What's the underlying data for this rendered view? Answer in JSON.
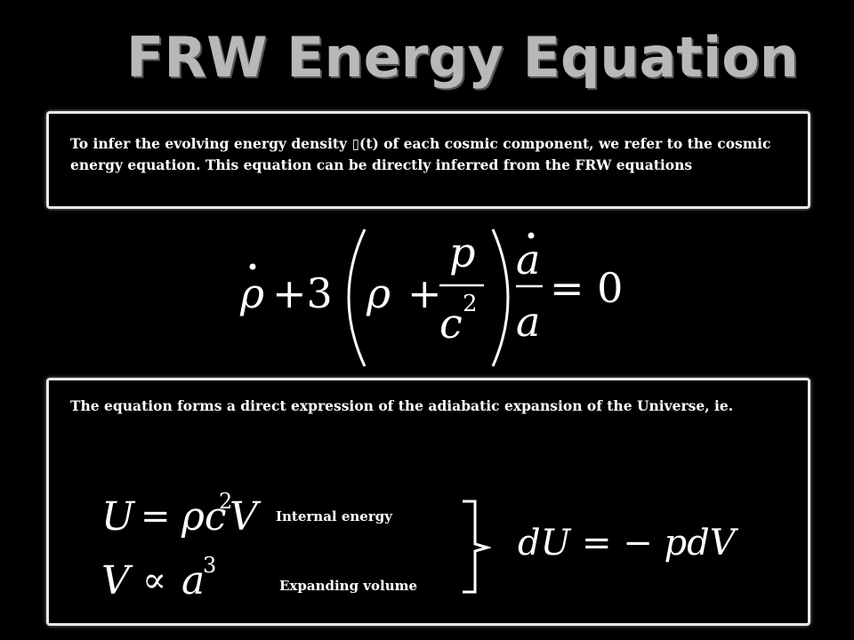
{
  "title": "FRW  Energy Equation",
  "intro_text": "To  infer  the evolving energy density ▯(t) of each cosmic component, we refer to the cosmic energy equation. This equation can be directly inferred  from the FRW equations",
  "equation_main": {
    "rho": "ρ",
    "plus3": "+3",
    "plus": "+",
    "p": "p",
    "c": "c",
    "two": "2",
    "adot": "a",
    "a": "a",
    "equals_zero": "= 0"
  },
  "body_text": "The equation forms a direct expression of the adiabatic expansion of the Universe, ie.",
  "equations": {
    "internal_energy": {
      "lhs": "U",
      "eq": "=",
      "rhs": "ρc",
      "exp": "2",
      "rhs2": "V",
      "label": "Internal energy"
    },
    "volume": {
      "lhs": "V",
      "prop": "∝",
      "rhs": "a",
      "exp": "3",
      "label": "Expanding volume"
    },
    "result": "dU = − pdV"
  }
}
